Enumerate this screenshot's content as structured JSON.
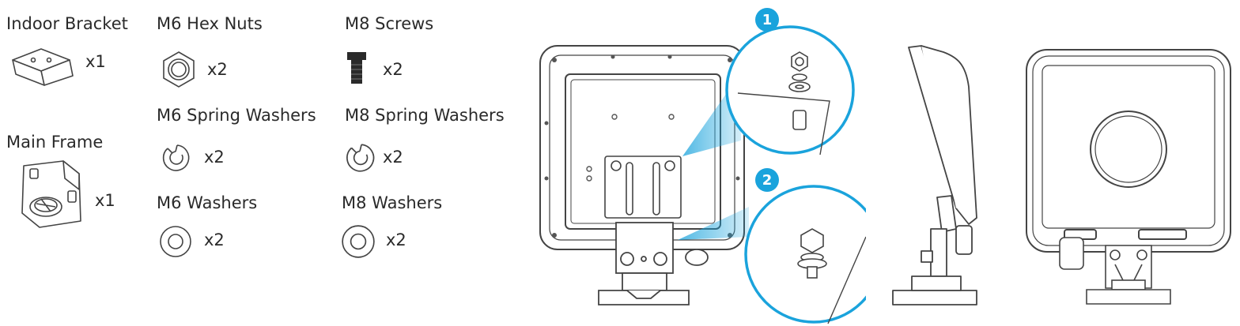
{
  "parts": {
    "indoor_bracket": {
      "label": "Indoor Bracket",
      "qty": "x1"
    },
    "main_frame": {
      "label": "Main Frame",
      "qty": "x1"
    },
    "m6_hex_nuts": {
      "label": "M6 Hex Nuts",
      "qty": "x2"
    },
    "m6_spring_washers": {
      "label": "M6 Spring Washers",
      "qty": "x2"
    },
    "m6_washers": {
      "label": "M6 Washers",
      "qty": "x2"
    },
    "m8_screws": {
      "label": "M8 Screws",
      "qty": "x2"
    },
    "m8_spring_washers": {
      "label": "M8 Spring Washers",
      "qty": "x2"
    },
    "m8_washers": {
      "label": "M8 Washers",
      "qty": "x2"
    }
  },
  "steps": {
    "step1": "1",
    "step2": "2"
  },
  "colors": {
    "accent": "#1aa3dc",
    "line": "#444444",
    "callout_fill": "#bfe6f6"
  }
}
